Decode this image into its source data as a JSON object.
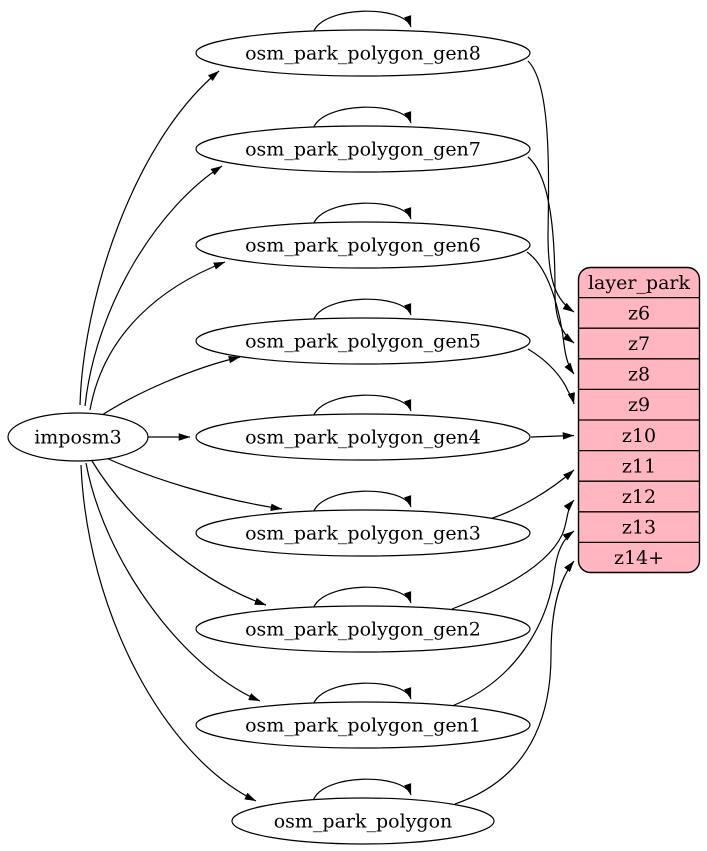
{
  "source": {
    "label": "imposm3"
  },
  "tables": [
    {
      "label": "osm_park_polygon_gen8",
      "target_zoom": "z6"
    },
    {
      "label": "osm_park_polygon_gen7",
      "target_zoom": "z7"
    },
    {
      "label": "osm_park_polygon_gen6",
      "target_zoom": "z8"
    },
    {
      "label": "osm_park_polygon_gen5",
      "target_zoom": "z9"
    },
    {
      "label": "osm_park_polygon_gen4",
      "target_zoom": "z10"
    },
    {
      "label": "osm_park_polygon_gen3",
      "target_zoom": "z11"
    },
    {
      "label": "osm_park_polygon_gen2",
      "target_zoom": "z12"
    },
    {
      "label": "osm_park_polygon_gen1",
      "target_zoom": "z13"
    },
    {
      "label": "osm_park_polygon",
      "target_zoom": "z14+"
    }
  ],
  "layer": {
    "header": "layer_park",
    "rows": [
      "z6",
      "z7",
      "z8",
      "z9",
      "z10",
      "z11",
      "z12",
      "z13",
      "z14+"
    ]
  },
  "colors": {
    "layer_fill": "#ffb6c1",
    "node_fill": "#ffffff",
    "stroke": "#000000"
  }
}
